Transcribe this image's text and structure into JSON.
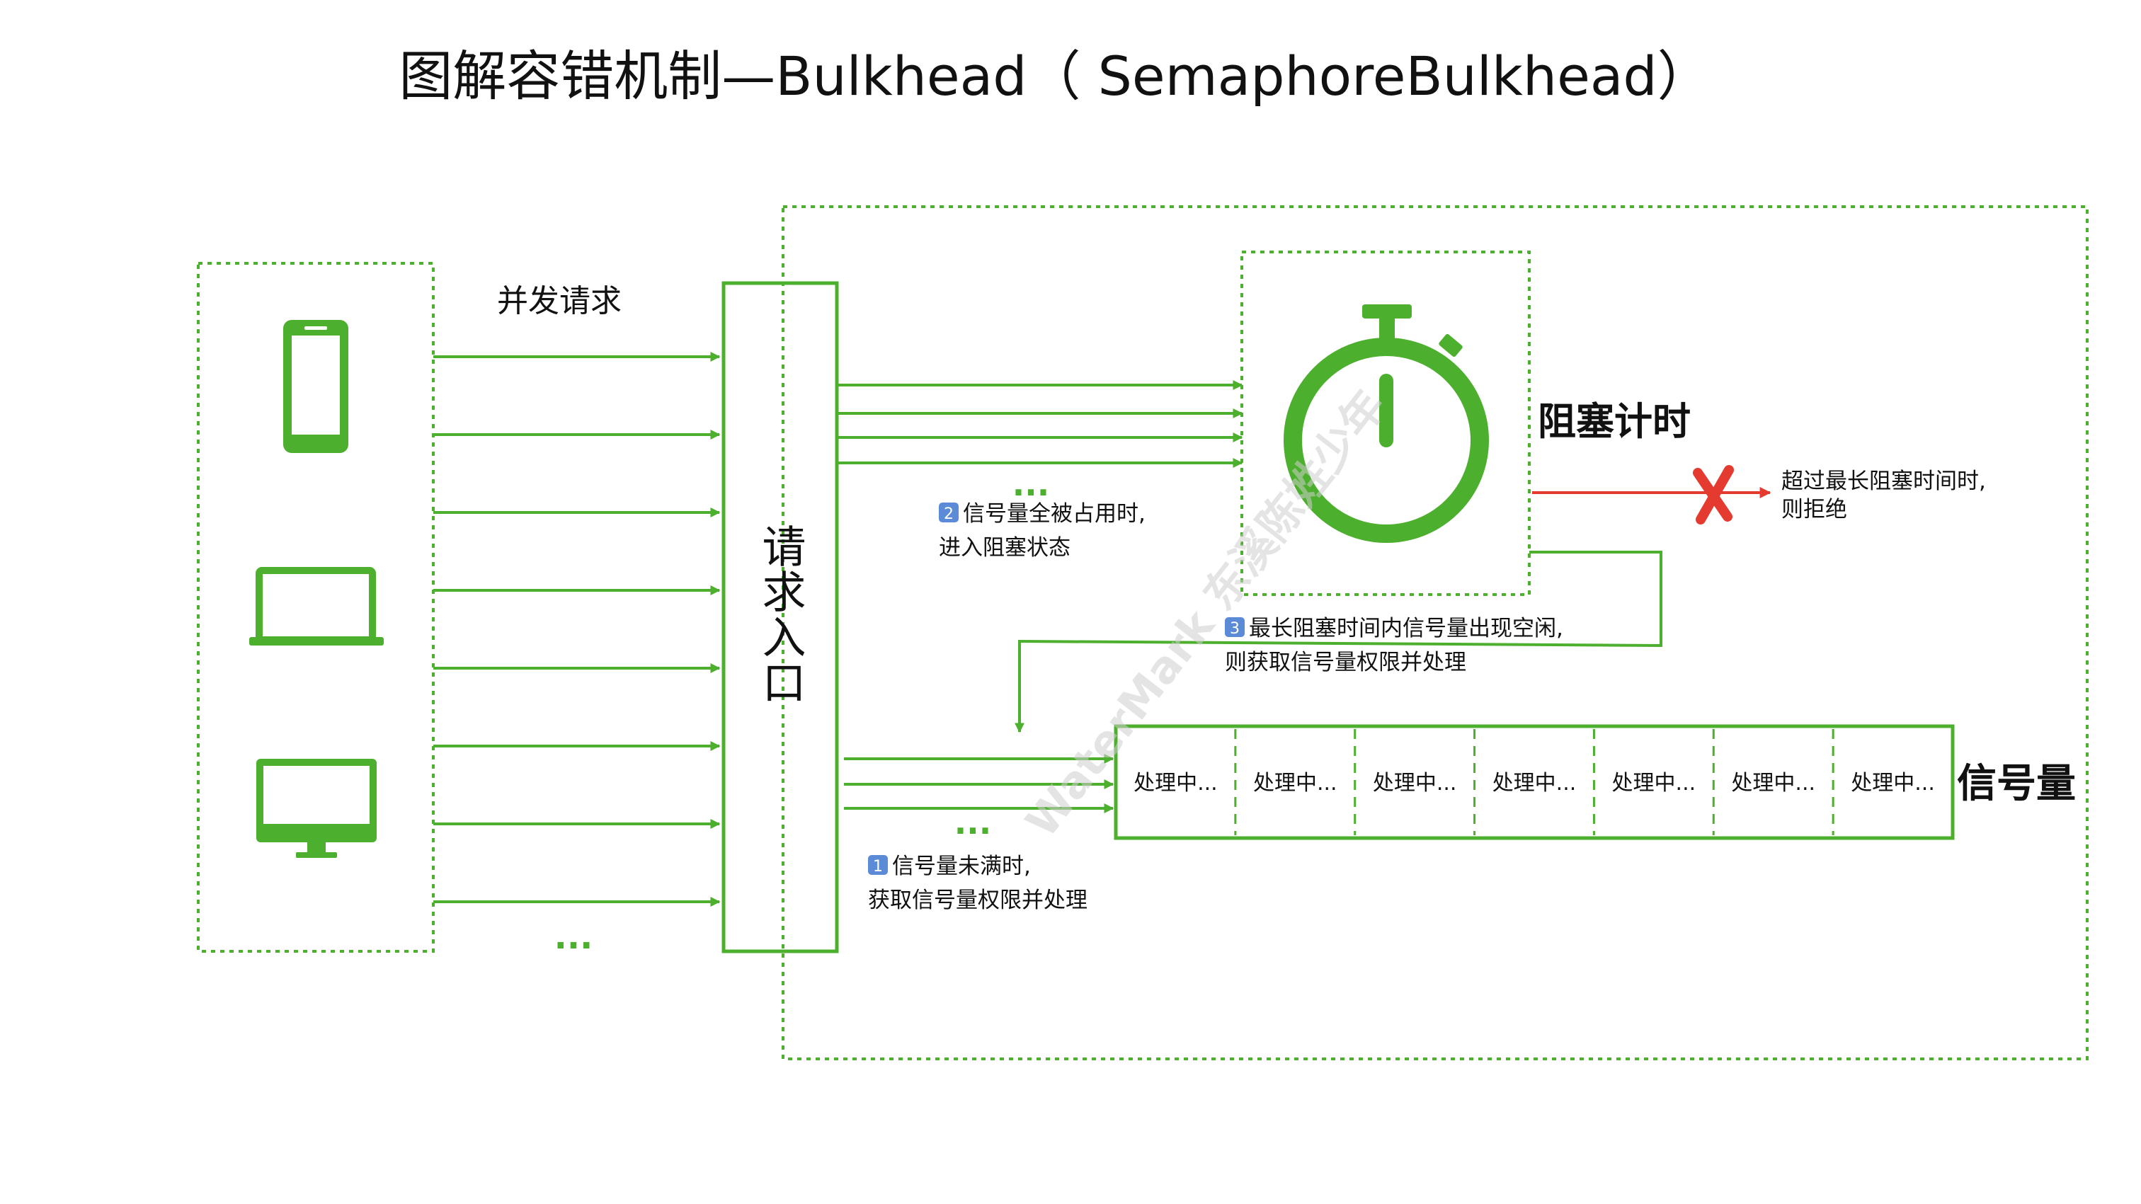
{
  "title": "图解容错机制—Bulkhead（ SemaphoreBulkhead）",
  "colors": {
    "green": "#4caf2e",
    "green_dark": "#3f9a24",
    "red": "#e53a2f",
    "text": "#111111"
  },
  "clients": {
    "icons": [
      "phone-icon",
      "laptop-icon",
      "monitor-icon"
    ]
  },
  "labels": {
    "concurrent_requests": "并发请求",
    "entry": "请求入口",
    "blocking_timer": "阻塞计时",
    "semaphore": "信号量",
    "ellipsis": "..."
  },
  "notes": {
    "step1": {
      "badge": "1",
      "line1": "信号量未满时,",
      "line2": "获取信号量权限并处理"
    },
    "step2": {
      "badge": "2",
      "line1": "信号量全被占用时,",
      "line2": "进入阻塞状态"
    },
    "step3": {
      "badge": "3",
      "line1": "最长阻塞时间内信号量出现空闲,",
      "line2": "则获取信号量权限并处理"
    },
    "reject": {
      "line1": "超过最长阻塞时间时,",
      "line2": "则拒绝"
    }
  },
  "slots": [
    "处理中...",
    "处理中...",
    "处理中...",
    "处理中...",
    "处理中...",
    "处理中...",
    "处理中..."
  ],
  "watermark": "WaterMark 东溪陈姓少年"
}
